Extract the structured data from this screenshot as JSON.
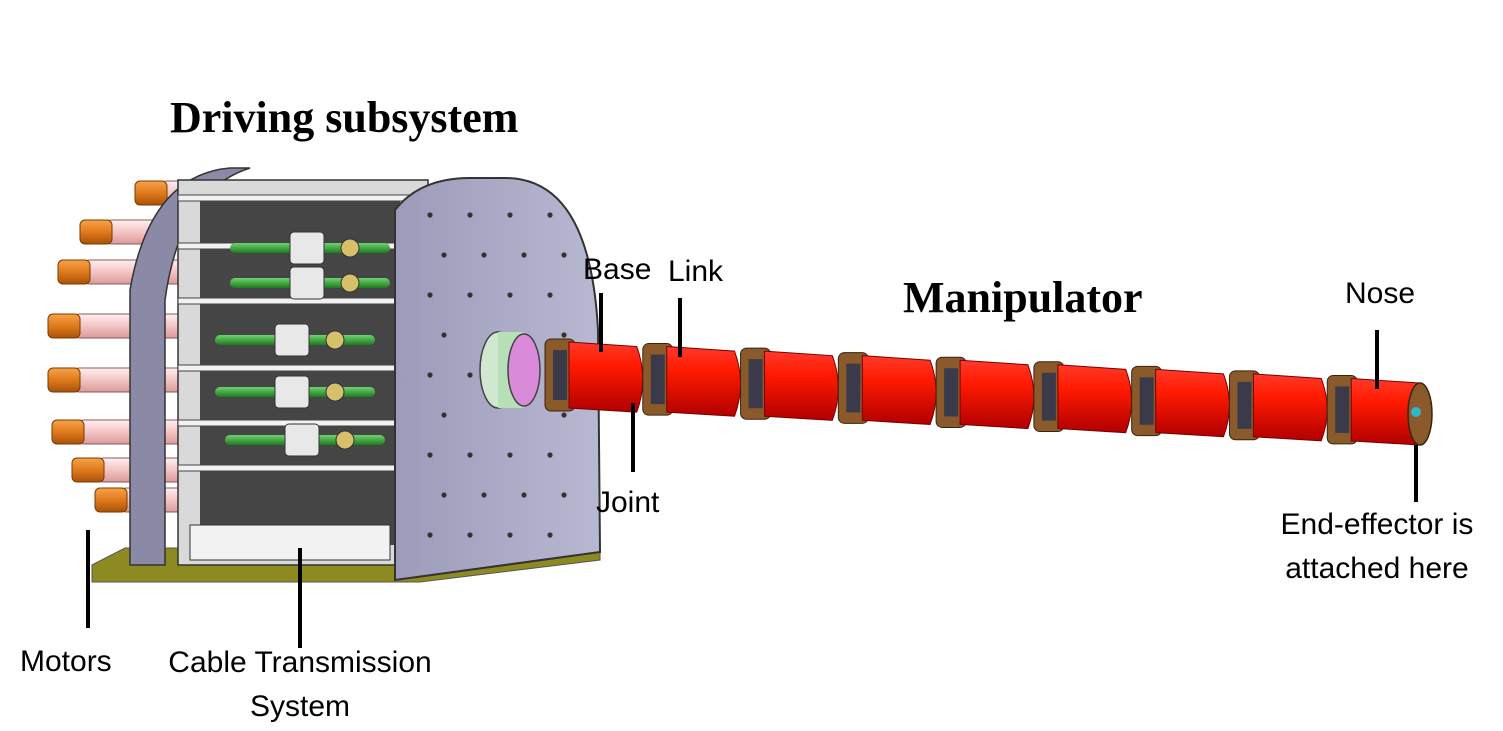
{
  "titles": {
    "driving": "Driving subsystem",
    "manipulator": "Manipulator"
  },
  "labels": {
    "base": "Base",
    "link": "Link",
    "joint": "Joint",
    "nose": "Nose",
    "motors": "Motors",
    "cable_line1": "Cable Transmission",
    "cable_line2": "System",
    "end_line1": "End-effector is",
    "end_line2": "attached here"
  },
  "colors": {
    "segment_red": "#e60000",
    "joint_brown": "#8a5a2b",
    "housing_lavender": "#a9a9c6",
    "motor_orange": "#e07a1c",
    "motor_pink": "#f6c9c9",
    "gear_green": "#2e9e2e",
    "base_plate": "#8e8a22"
  },
  "parts": {
    "motor_icon": "motor-cylinder",
    "housing_icon": "drive-housing",
    "segment_icon": "manipulator-segment"
  }
}
